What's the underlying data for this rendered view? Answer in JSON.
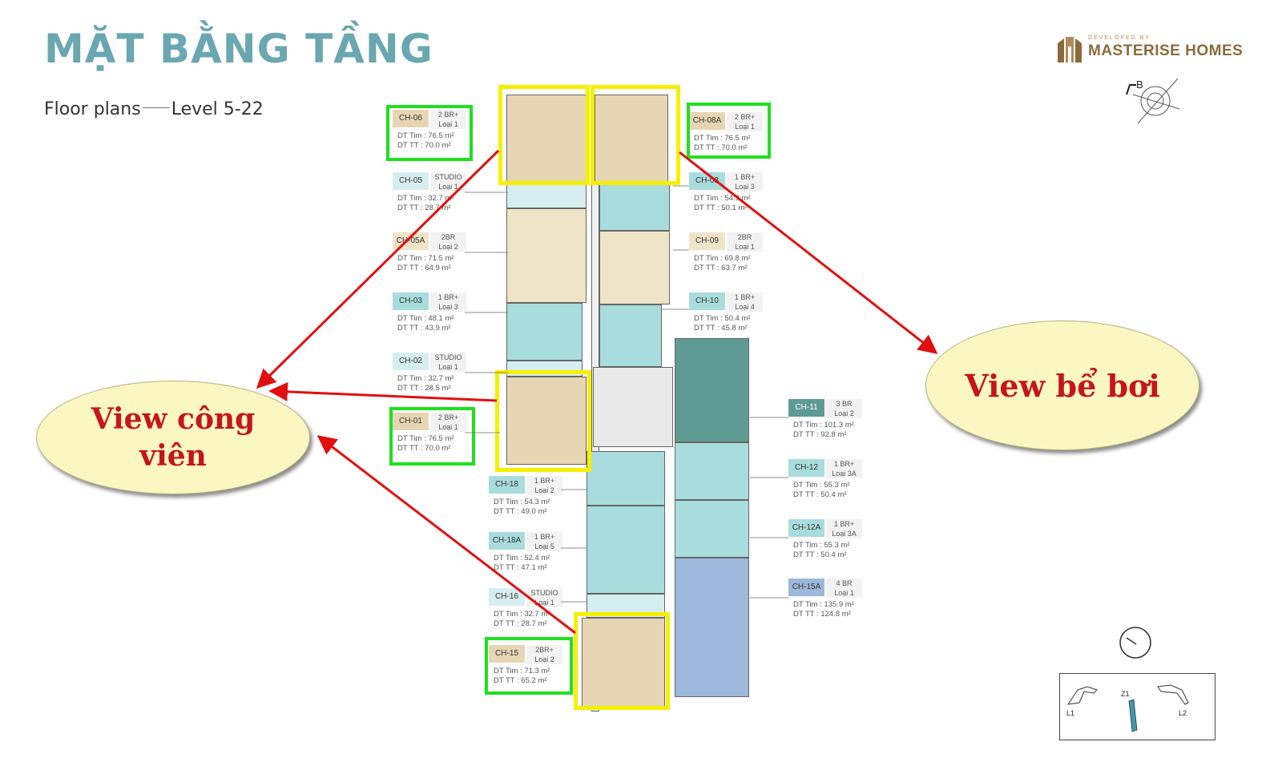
{
  "header": {
    "title": "MẶT BẰNG TẦNG",
    "subtitle_left": "Floor plans",
    "subtitle_right": "Level 5-22"
  },
  "brand": {
    "developed_by": "DEVELOPED BY",
    "name": "MASTERISE HOMES"
  },
  "compass": {
    "letter": "B"
  },
  "callouts": {
    "park": "View công viên",
    "pool": "View bể bơi"
  },
  "keymap": {
    "l1": "L1",
    "z1": "Z1",
    "l2": "L2"
  },
  "units": [
    {
      "code": "CH-06",
      "type": "2 BR+",
      "loai": "Loại 1",
      "dt_tim": "DT Tim : 76.5 m²",
      "dt_tt": "DT TT  : 70.0 m²"
    },
    {
      "code": "CH-05",
      "type": "STUDIO",
      "loai": "Loại 1",
      "dt_tim": "DT Tim : 32.7 m²",
      "dt_tt": "DT TT  : 28.7 m²"
    },
    {
      "code": "CH-05A",
      "type": "2BR",
      "loai": "Loại 2",
      "dt_tim": "DT Tim : 71.5 m²",
      "dt_tt": "DT TT  : 64.9 m²"
    },
    {
      "code": "CH-03",
      "type": "1 BR+",
      "loai": "Loại 3",
      "dt_tim": "DT Tim : 48.1 m²",
      "dt_tt": "DT TT  : 43.9 m²"
    },
    {
      "code": "CH-02",
      "type": "STUDIO",
      "loai": "Loại 1",
      "dt_tim": "DT Tim : 32.7 m²",
      "dt_tt": "DT TT  : 28.5 m²"
    },
    {
      "code": "CH-01",
      "type": "2 BR+",
      "loai": "Loại 1",
      "dt_tim": "DT Tim : 76.5 m²",
      "dt_tt": "DT TT  : 70.0 m²"
    },
    {
      "code": "CH-18",
      "type": "1 BR+",
      "loai": "Loại 2",
      "dt_tim": "DT Tim : 54.3 m²",
      "dt_tt": "DT TT  : 49.0 m²"
    },
    {
      "code": "CH-18A",
      "type": "1 BR+",
      "loai": "Loại 5",
      "dt_tim": "DT Tim : 52.4 m²",
      "dt_tt": "DT TT  : 47.1 m²"
    },
    {
      "code": "CH-16",
      "type": "STUDIO",
      "loai": "Loại 1",
      "dt_tim": "DT Tim : 32.7 m²",
      "dt_tt": "DT TT  : 28.7 m²"
    },
    {
      "code": "CH-15",
      "type": "2BR+",
      "loai": "Loại 2",
      "dt_tim": "DT Tim : 71.3 m²",
      "dt_tt": "DT TT  : 65.2 m²"
    },
    {
      "code": "CH-08A",
      "type": "2 BR+",
      "loai": "Loại 1",
      "dt_tim": "DT Tim : 76.5 m²",
      "dt_tt": "DT TT  : 70.0 m²"
    },
    {
      "code": "CH-08",
      "type": "1 BR+",
      "loai": "Loại 3",
      "dt_tim": "DT Tim : 54.9 m²",
      "dt_tt": "DT TT  : 50.1 m²"
    },
    {
      "code": "CH-09",
      "type": "2BR",
      "loai": "Loại 1",
      "dt_tim": "DT Tim : 69.8 m²",
      "dt_tt": "DT TT  : 63.7 m²"
    },
    {
      "code": "CH-10",
      "type": "1 BR+",
      "loai": "Loại 4",
      "dt_tim": "DT Tim : 50.4 m²",
      "dt_tt": "DT TT  : 45.8 m²"
    },
    {
      "code": "CH-11",
      "type": "3 BR",
      "loai": "Loại 2",
      "dt_tim": "DT Tim : 101.3 m²",
      "dt_tt": "DT TT  : 92.8 m²"
    },
    {
      "code": "CH-12",
      "type": "1 BR+",
      "loai": "Loại 3A",
      "dt_tim": "DT Tim : 55.3 m²",
      "dt_tt": "DT TT  : 50.4 m²"
    },
    {
      "code": "CH-12A",
      "type": "1 BR+",
      "loai": "Loại 3A",
      "dt_tim": "DT Tim : 55.3 m²",
      "dt_tt": "DT TT  : 50.4 m²"
    },
    {
      "code": "CH-15A",
      "type": "4 BR",
      "loai": "Loại 1",
      "dt_tim": "DT Tim : 135.9 m²",
      "dt_tt": "DT TT  : 124.8 m²"
    }
  ]
}
